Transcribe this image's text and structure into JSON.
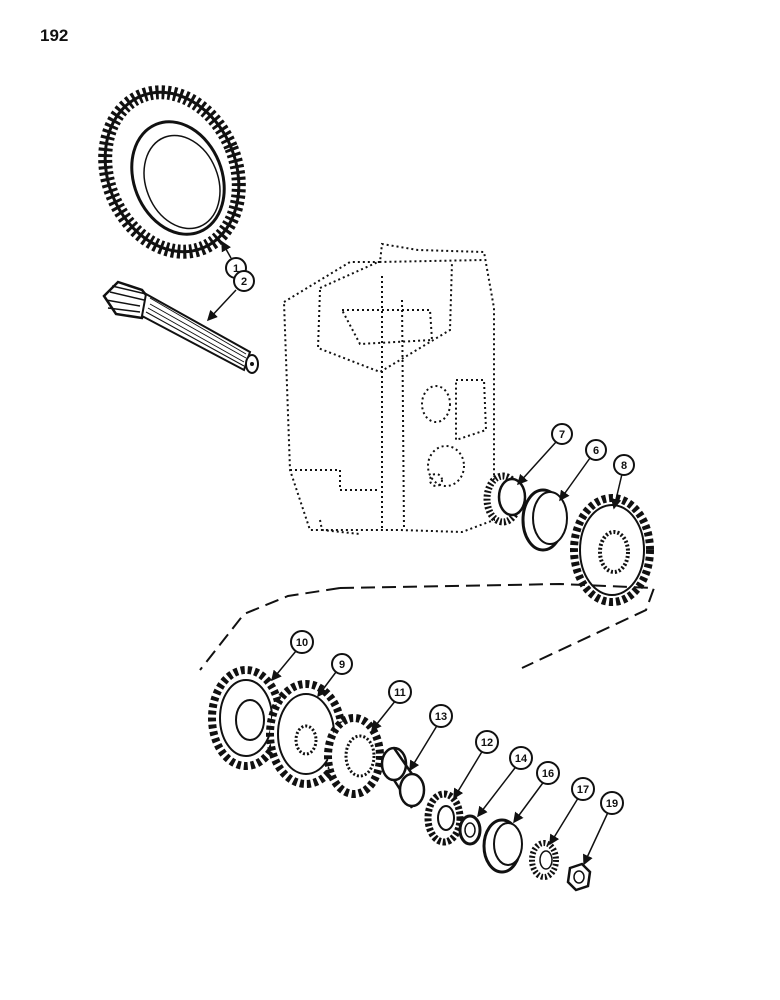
{
  "page": {
    "number": "192"
  },
  "callouts": {
    "c1": "1",
    "c2": "2",
    "c6": "6",
    "c7": "7",
    "c8": "8",
    "c9": "9",
    "c10": "10",
    "c11": "11",
    "c12": "12",
    "c13": "13",
    "c14": "14",
    "c16": "16",
    "c17": "17",
    "c19": "19"
  },
  "colors": {
    "ink": "#111111",
    "paper": "#ffffff"
  }
}
